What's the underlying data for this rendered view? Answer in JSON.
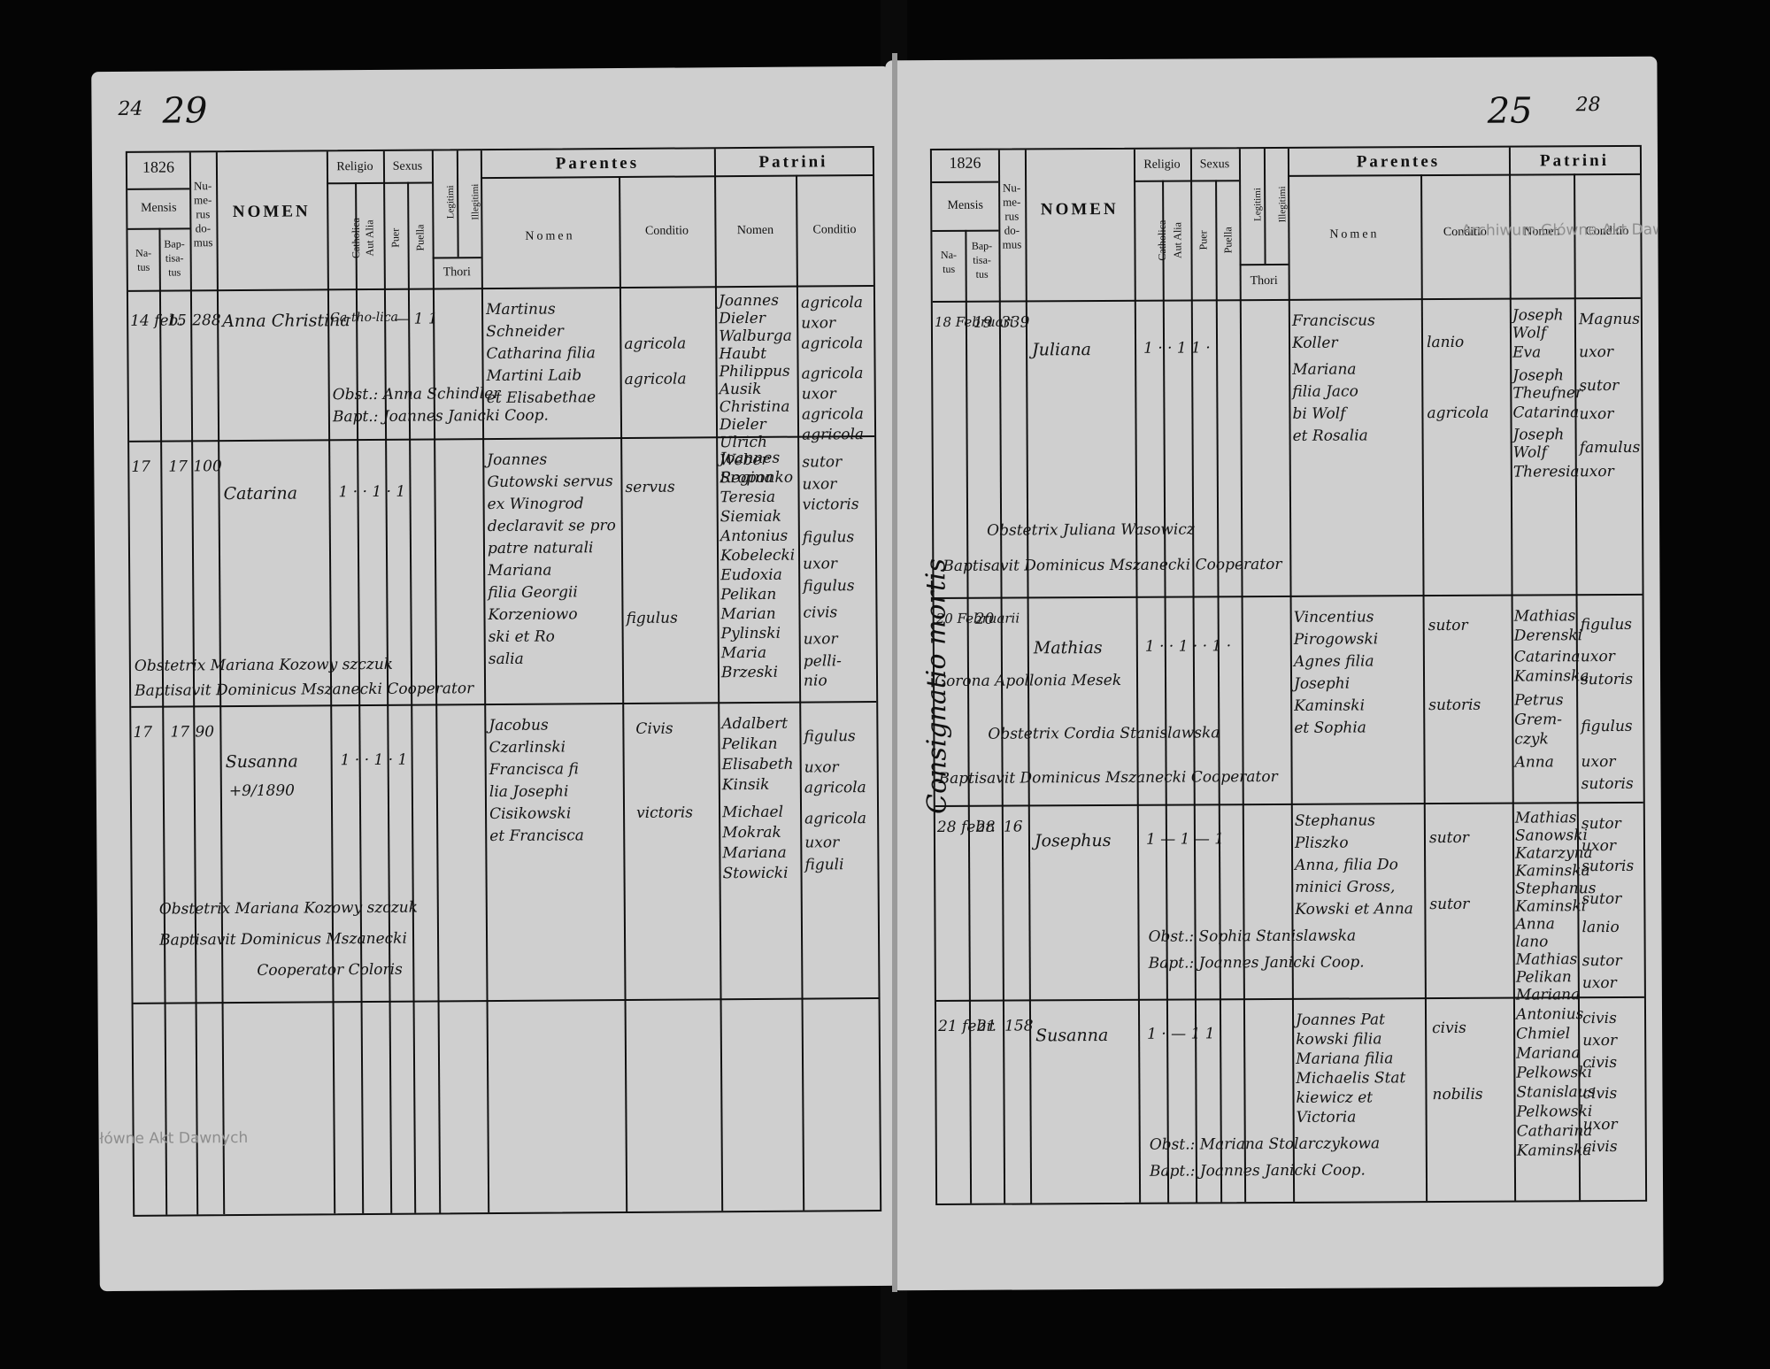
{
  "page_numbers": {
    "left_small": "24",
    "left": "29",
    "right": "25",
    "right_small": "28"
  },
  "header": {
    "year": "1826",
    "mensis": "Mensis",
    "natus": "Na-\ntus",
    "baptisatus": "Bap-\ntisa-\ntus",
    "numerus_domus": "Nu-\nme-\nrus\ndo-\nmus",
    "nomen": "NOMEN",
    "religio": "Religio",
    "catholica": "Catholica",
    "aut_alia": "Aut Alia",
    "sexus": "Sexus",
    "puer": "Puer",
    "puella": "Puella",
    "legitimi": "Legitimi",
    "illegitimi": "Illegitimi",
    "thori": "Thori",
    "parentes": "Parentes",
    "patrini": "Patrini",
    "col_nomen": "Nomen",
    "col_conditio": "Conditio"
  },
  "left_entries": [
    {
      "natus": "14 feb.",
      "baptisatus": "15",
      "domus": "288",
      "nomen": "Anna Christina",
      "religio": "Ca-tho-lica",
      "parentes": [
        "Martinus",
        "Schneider",
        "Catharina filia",
        "Martini Laib",
        "et Elisabethae"
      ],
      "conditio": [
        "agricola",
        "agricola"
      ],
      "patrini": [
        "Joannes",
        "Dieler",
        "Walburga",
        "Haubt",
        "Philippus",
        "Ausik",
        "Christina",
        "Dieler",
        "Ulrich",
        "Weber",
        "Regina"
      ],
      "patrini_conditio": [
        "agricola",
        "uxor",
        "agricola",
        "agricola",
        "uxor",
        "agricola",
        "agricola"
      ],
      "notes": [
        "Obst.: Anna Schindler",
        "Bapt.: Joannes Janicki Coop."
      ]
    },
    {
      "natus": "17",
      "baptisatus": "17",
      "domus": "100",
      "nomen": "Catarina",
      "parentes": [
        "Joannes",
        "Gutowski servus",
        "ex Winogrod",
        "declaravit se pro",
        "patre naturali",
        "Mariana",
        "filia Georgii",
        "Korzeniowo",
        "ski et Ro",
        "salia"
      ],
      "conditio": [
        "servus",
        "figulus"
      ],
      "patrini": [
        "Joannes",
        "Sroponko",
        "Teresia",
        "Siemiak",
        "Antonius",
        "Kobelecki",
        "Eudoxia",
        "Pelikan",
        "Marian",
        "Pylinski",
        "Maria",
        "Brzeski"
      ],
      "patrini_conditio": [
        "sutor",
        "uxor",
        "victoris",
        "figulus",
        "uxor",
        "figulus",
        "civis",
        "uxor",
        "pelli-",
        "nio"
      ],
      "notes": [
        "Obstetrix Mariana Kozowy szczuk",
        "Baptisavit Dominicus Mszanecki Cooperator"
      ]
    },
    {
      "natus": "17",
      "baptisatus": "17",
      "domus": "90",
      "nomen": "Susanna",
      "extra": "+9/1890",
      "parentes": [
        "Jacobus",
        "Czarlinski",
        "Francisca fi",
        "lia Josephi",
        "Cisikowski",
        "et Francisca"
      ],
      "conditio": [
        "Civis",
        "victoris"
      ],
      "patrini": [
        "Adalbert",
        "Pelikan",
        "Elisabeth",
        "Kinsik",
        "Michael",
        "Mokrak",
        "Mariana",
        "Stowicki"
      ],
      "patrini_conditio": [
        "figulus",
        "uxor",
        "agricola",
        "agricola",
        "uxor",
        "figuli"
      ],
      "notes": [
        "Obstetrix Mariana Kozowy szczuk",
        "Baptisavit Dominicus Mszanecki",
        "Cooperator Coloris"
      ]
    }
  ],
  "right_entries": [
    {
      "natus": "18 Februari",
      "baptisatus": "19",
      "domus": "339",
      "nomen": "Juliana",
      "parentes": [
        "Franciscus",
        "Koller",
        "Mariana",
        "filia Jaco",
        "bi Wolf",
        "et Rosalia"
      ],
      "conditio": [
        "lanio",
        "agricola"
      ],
      "patrini": [
        "Joseph",
        "Wolf",
        "Eva",
        "Joseph",
        "Theufner",
        "Catarina",
        "Joseph",
        "Wolf",
        "Theresia"
      ],
      "patrini_conditio": [
        "Magnus",
        "uxor",
        "sutor",
        "uxor",
        "famulus",
        "uxor"
      ],
      "notes": [
        "Obstetrix Juliana Wasowicz",
        "Baptisavit Dominicus Mszanecki Cooperator"
      ]
    },
    {
      "natus": "20 Februarii",
      "baptisatus": "20",
      "domus": "",
      "nomen": "Mathias",
      "parentes": [
        "Vincentius",
        "Pirogowski",
        "Agnes filia",
        "Josephi",
        "Kaminski",
        "et Sophia"
      ],
      "conditio": [
        "sutor",
        "sutoris"
      ],
      "patrini": [
        "Mathias",
        "Derenski",
        "Catarina",
        "Kaminska",
        "Petrus",
        "Grem-",
        "czyk",
        "Anna"
      ],
      "patrini_conditio": [
        "figulus",
        "uxor",
        "sutoris",
        "figulus",
        "uxor",
        "sutoris"
      ],
      "notes": [
        "Obstetrix Cordia Stanislawska",
        "Baptisavit Dominicus Mszanecki Cooperator",
        "Corona Apollonia Mesek"
      ]
    },
    {
      "natus": "28 febr.",
      "baptisatus": "28",
      "domus": "16",
      "nomen": "Josephus",
      "parentes": [
        "Stephanus",
        "Pliszko",
        "Anna, filia Do",
        "minici Gross,",
        "Kowski et Anna"
      ],
      "conditio": [
        "sutor",
        "sutor"
      ],
      "patrini": [
        "Mathias",
        "Sanowski",
        "Katarzyna",
        "Kaminska",
        "Stephanus",
        "Kaminski",
        "Anna",
        "lano",
        "Mathias",
        "Pelikan",
        "Mariana"
      ],
      "patrini_conditio": [
        "sutor",
        "uxor",
        "sutoris",
        "sutor",
        "lanio",
        "sutor",
        "uxor"
      ],
      "notes": [
        "Obst.: Sophia Stanislawska",
        "Bapt.: Joannes Janicki Coop."
      ]
    },
    {
      "natus": "21 febr.",
      "baptisatus": "21",
      "domus": "158",
      "nomen": "Susanna",
      "parentes": [
        "Joannes Pat",
        "kowski filia",
        "Mariana filia",
        "Michaelis Stat",
        "kiewicz et",
        "Victoria"
      ],
      "conditio": [
        "civis",
        "nobilis"
      ],
      "patrini": [
        "Antonius",
        "Chmiel",
        "Mariana",
        "Pelkowski",
        "Stanislaus",
        "Pelkowski",
        "Catharina",
        "Kaminska"
      ],
      "patrini_conditio": [
        "civis",
        "uxor",
        "civis",
        "civis",
        "uxor",
        "civis"
      ],
      "notes": [
        "Obst.: Mariana Stolarczykowa",
        "Bapt.: Joannes Janicki Coop."
      ]
    }
  ],
  "margin_note": "Consignatio mortis",
  "watermarks": [
    "Archiwum Główne Akt Dawnych",
    "Archiwum Główne Akt Dawnych"
  ]
}
